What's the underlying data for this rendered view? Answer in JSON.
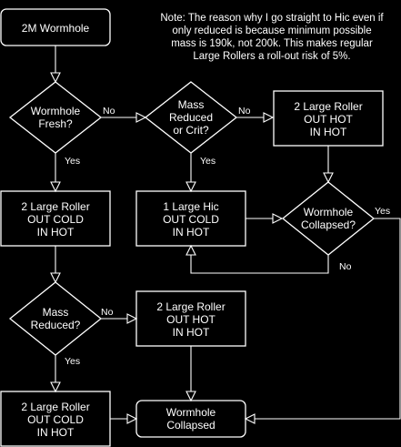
{
  "note": [
    "Note: The reason why I go straight to Hic even if",
    "only reduced is because minimum possible",
    "mass is 190k, not 200k. This makes regular",
    "Large Rollers a roll-out risk of 5%."
  ],
  "nodes": {
    "start": [
      "2M Wormhole"
    ],
    "fresh": [
      "Wormhole",
      "Fresh?"
    ],
    "mass_reduced_crit": [
      "Mass",
      "Reduced",
      "or Crit?"
    ],
    "two_lr_out_hot_in_hot_a": [
      "2 Large Roller",
      "OUT HOT",
      "IN HOT"
    ],
    "two_lr_out_cold_in_hot_a": [
      "2 Large Roller",
      "OUT COLD",
      "IN HOT"
    ],
    "one_hic": [
      "1 Large Hic",
      "OUT COLD",
      "IN HOT"
    ],
    "collapsed_check": [
      "Wormhole",
      "Collapsed?"
    ],
    "mass_reduced": [
      "Mass",
      "Reduced?"
    ],
    "two_lr_out_hot_in_hot_b": [
      "2 Large Roller",
      "OUT HOT",
      "IN HOT"
    ],
    "two_lr_out_cold_in_hot_b": [
      "2 Large Roller",
      "OUT COLD",
      "IN HOT"
    ],
    "wormhole_collapsed": [
      "Wormhole",
      "Collapsed"
    ]
  },
  "edge_labels": {
    "fresh_no": "No",
    "fresh_yes": "Yes",
    "crit_no": "No",
    "crit_yes": "Yes",
    "collapsed_yes": "Yes",
    "collapsed_no": "No",
    "reduced_no": "No",
    "reduced_yes": "Yes"
  }
}
